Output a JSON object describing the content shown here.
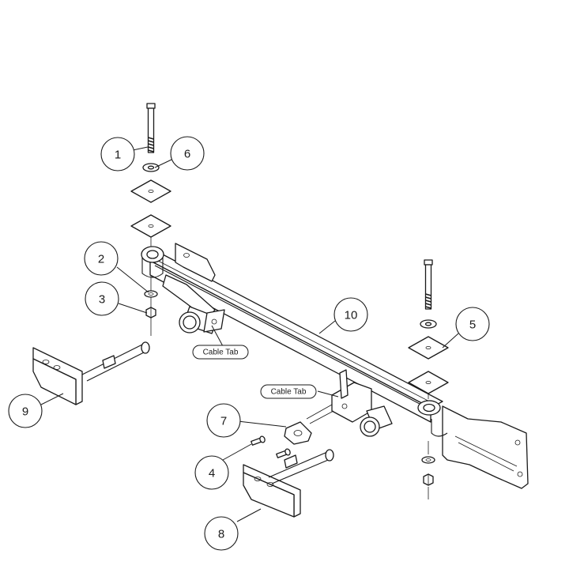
{
  "callouts": {
    "c1": "1",
    "c2": "2",
    "c3": "3",
    "c4": "4",
    "c5": "5",
    "c6": "6",
    "c7": "7",
    "c8": "8",
    "c9": "9",
    "c10": "10"
  },
  "labels": {
    "cable_tab_left": "Cable Tab",
    "cable_tab_right": "Cable Tab"
  }
}
